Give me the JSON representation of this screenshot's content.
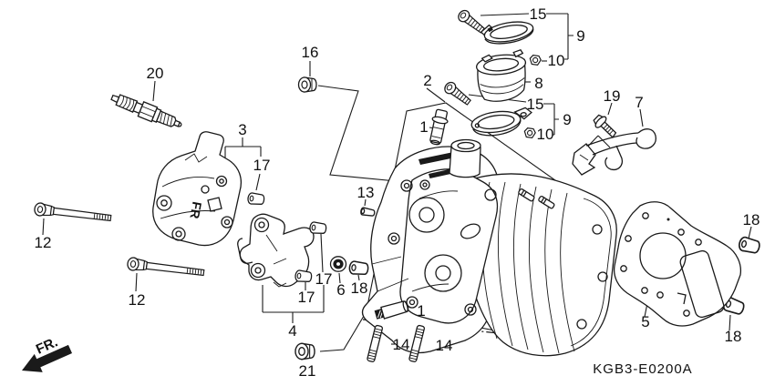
{
  "diagram_code": "KGB3-E0200A",
  "front_marker": "FR.",
  "casting_mark": "FR",
  "callouts": {
    "c1a": "1",
    "c1b": "1",
    "c2": "2",
    "c3": "3",
    "c4": "4",
    "c5": "5",
    "c6": "6",
    "c7": "7",
    "c8": "8",
    "c9a": "9",
    "c9b": "9",
    "c10a": "10",
    "c10b": "10",
    "c12a": "12",
    "c12b": "12",
    "c13": "13",
    "c14a": "14",
    "c14b": "14",
    "c15a": "15",
    "c15b": "15",
    "c16": "16",
    "c17a": "17",
    "c17b": "17",
    "c17c": "17",
    "c18a": "18",
    "c18b": "18",
    "c18c": "18",
    "c19": "19",
    "c20": "20",
    "c21": "21"
  }
}
